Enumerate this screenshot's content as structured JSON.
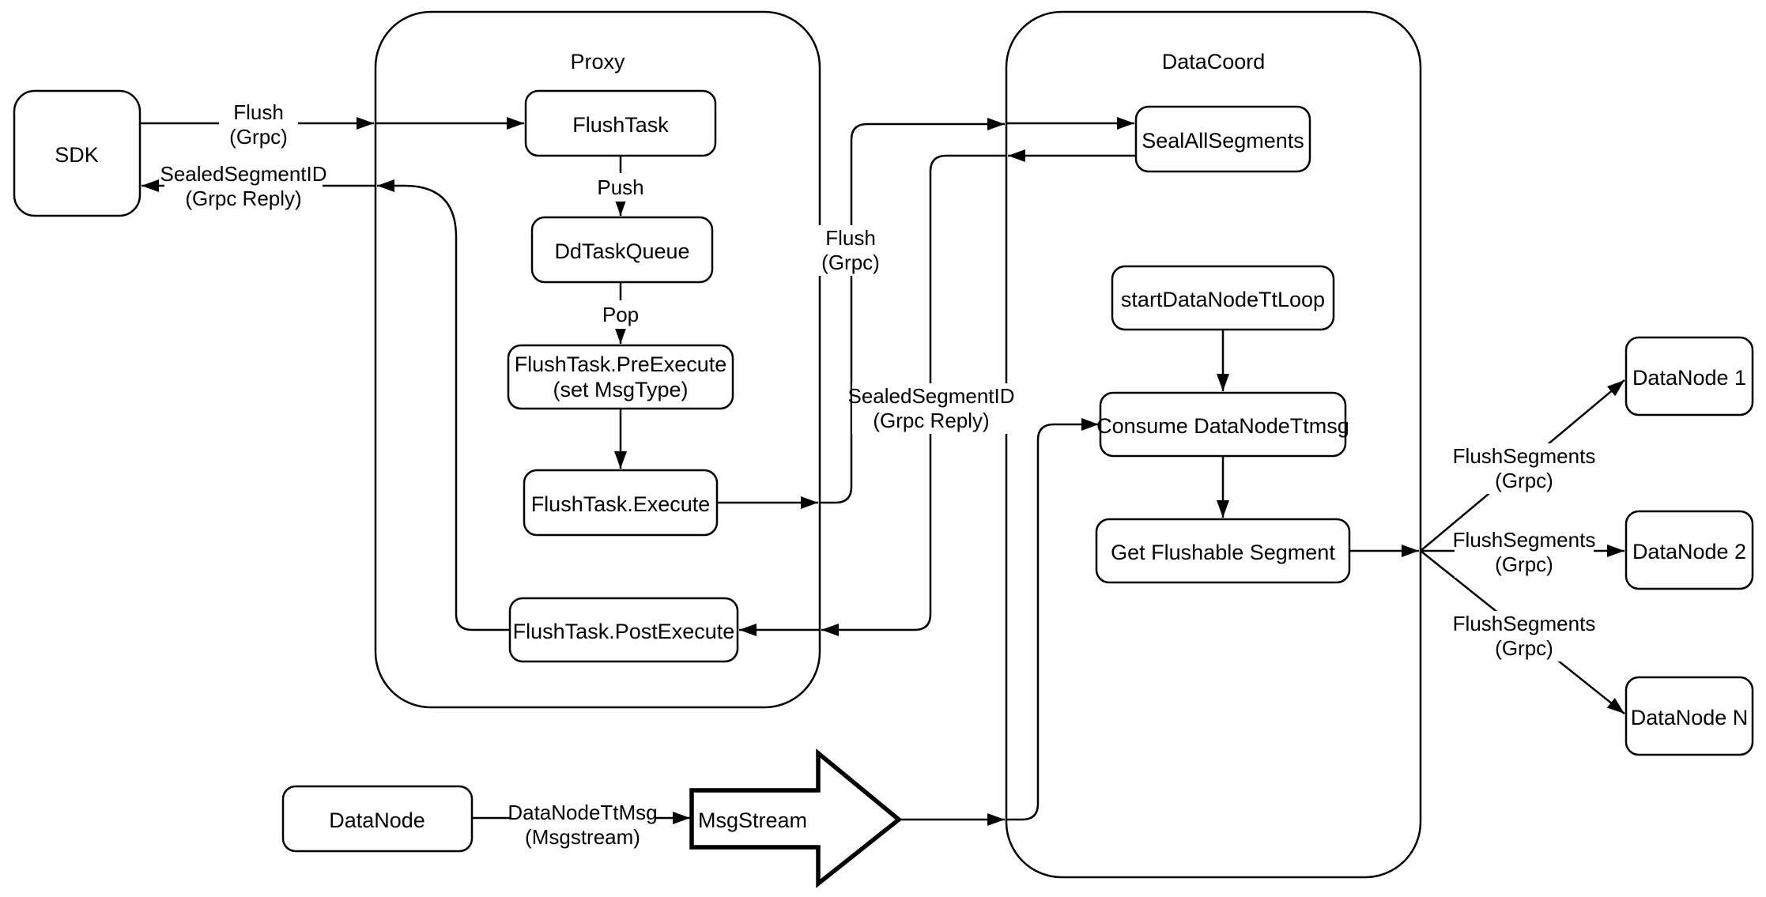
{
  "diagram": {
    "colors": {
      "stroke": "#000000",
      "background": "#ffffff"
    },
    "containers": {
      "proxy": {
        "title": "Proxy"
      },
      "datacoord": {
        "title": "DataCoord"
      }
    },
    "nodes": {
      "sdk": "SDK",
      "flush_task": "FlushTask",
      "dd_task_queue": "DdTaskQueue",
      "pre_execute": {
        "line1": "FlushTask.PreExecute",
        "line2": "(set MsgType)"
      },
      "execute": "FlushTask.Execute",
      "post_execute": "FlushTask.PostExecute",
      "seal_all_segments": "SealAllSegments",
      "start_data_node_tt_loop": "startDataNodeTtLoop",
      "consume_data_node_ttmsg": "Consume DataNodeTtmsg",
      "get_flushable_segment": "Get Flushable Segment",
      "datanode_1": "DataNode 1",
      "datanode_2": "DataNode 2",
      "datanode_n": "DataNode N",
      "datanode": "DataNode",
      "msgstream": "MsgStream"
    },
    "edge_labels": {
      "flush_sdk": {
        "line1": "Flush",
        "line2": "(Grpc)"
      },
      "sealed_sdk": {
        "line1": "SealedSegmentID",
        "line2": "(Grpc Reply)"
      },
      "push": "Push",
      "pop": "Pop",
      "flush_mid": {
        "line1": "Flush",
        "line2": "(Grpc)"
      },
      "sealed_mid": {
        "line1": "SealedSegmentID",
        "line2": "(Grpc Reply)"
      },
      "flush_segments_1": {
        "line1": "FlushSegments",
        "line2": "(Grpc)"
      },
      "flush_segments_2": {
        "line1": "FlushSegments",
        "line2": "(Grpc)"
      },
      "flush_segments_3": {
        "line1": "FlushSegments",
        "line2": "(Grpc)"
      },
      "datanode_tt_msg": {
        "line1": "DataNodeTtMsg",
        "line2": "(Msgstream)"
      }
    }
  }
}
